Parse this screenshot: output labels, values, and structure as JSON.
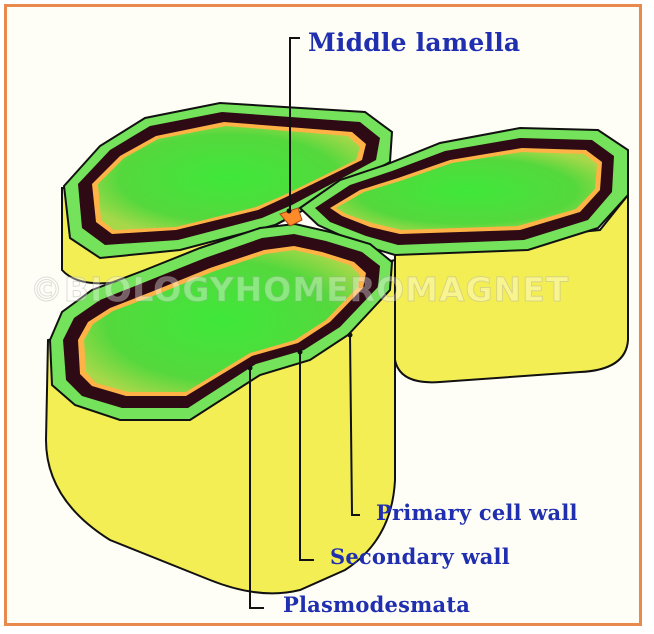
{
  "labels": {
    "middle_lamella": "Middle lamella",
    "primary_cell_wall": "Primary cell wall",
    "secondary_wall": "Secondary wall",
    "plasmodesmata": "Plasmodesmata"
  },
  "watermark": "©BIOLOGYHOMEROMAGNET",
  "colors": {
    "border": "#e8894e",
    "label_text": "#1f2fb0",
    "cell_side": "#f4ee55",
    "cytoplasm": "#46d83a",
    "secondary_wall": "#2e0a14",
    "primary_wall": "#ffb245",
    "outer_wall": "#74e25a"
  }
}
